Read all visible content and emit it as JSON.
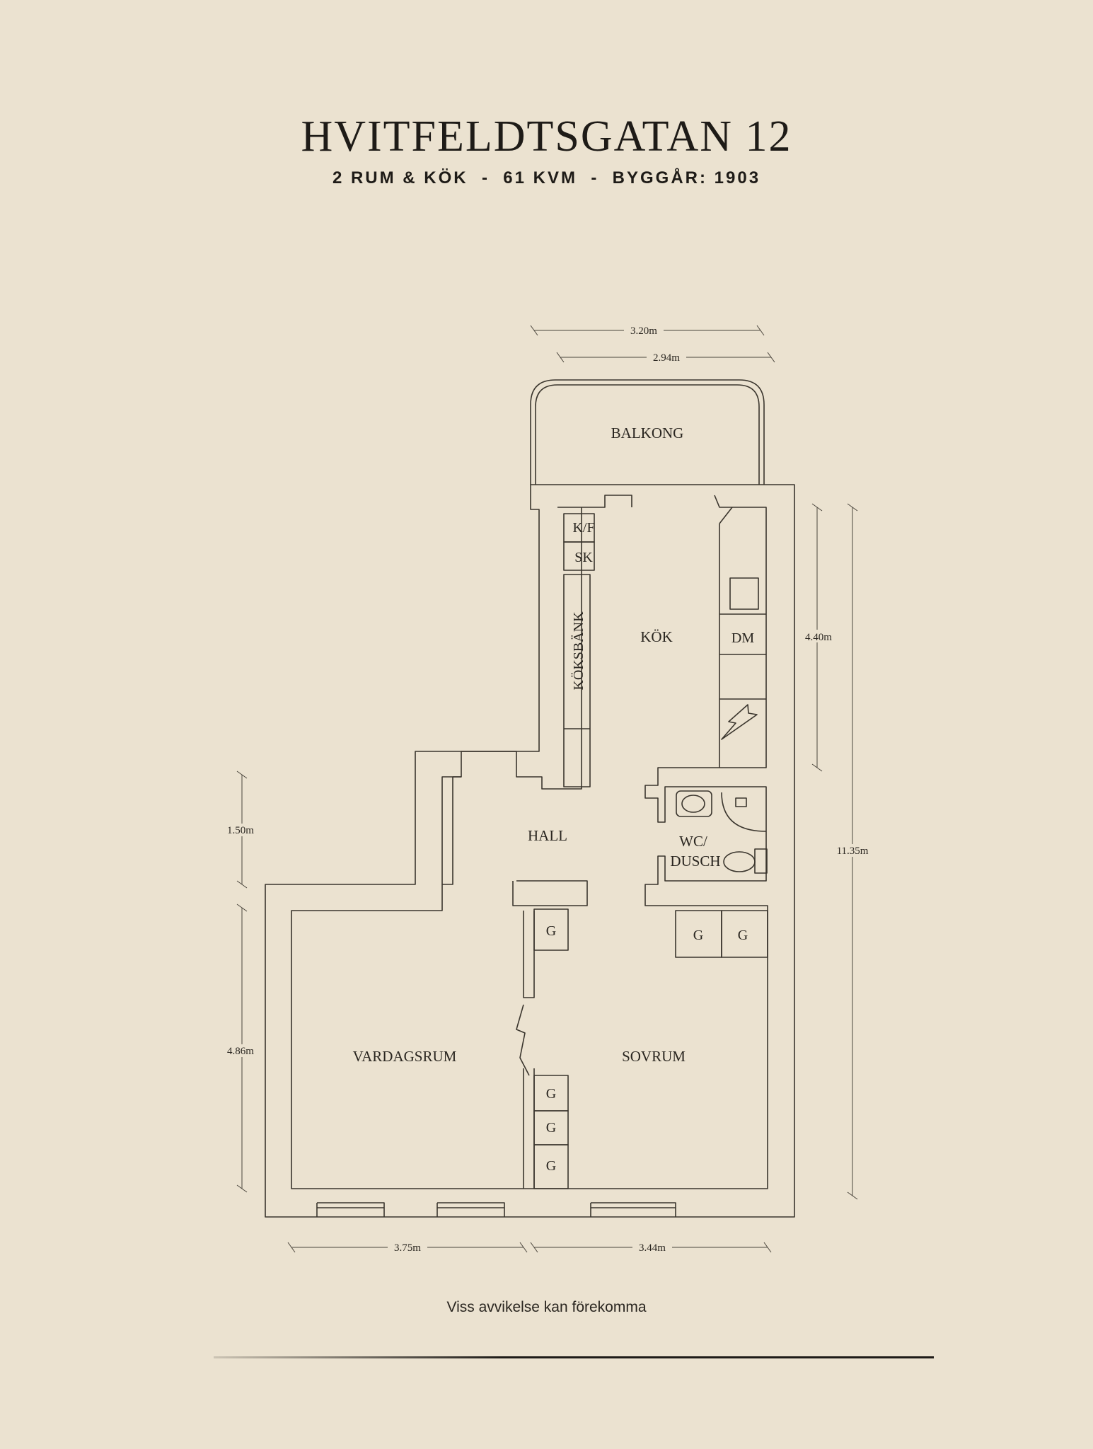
{
  "header": {
    "title": "HVITFELDTSGATAN 12",
    "subtitle": "2 RUM & KÖK  -  61 KVM  -  BYGGÅR: 1903"
  },
  "rooms": {
    "balkong": "BALKONG",
    "kok": "KÖK",
    "hall": "HALL",
    "wc_line1": "WC/",
    "wc_line2": "DUSCH",
    "vardagsrum": "VARDAGSRUM",
    "sovrum": "SOVRUM"
  },
  "fixtures": {
    "kf": "K/F",
    "sk": "SK",
    "koksbank": "KÖKSBÄNK",
    "dm": "DM",
    "wardrobe": "G"
  },
  "dimensions": {
    "top_outer": "3.20m",
    "top_inner": "2.94m",
    "right_kitchen": "4.40m",
    "right_total": "11.35m",
    "left_hall": "1.50m",
    "left_living": "4.86m",
    "bottom_living": "3.75m",
    "bottom_bedroom": "3.44m"
  },
  "footer": {
    "disclaimer": "Viss avvikelse kan förekomma"
  }
}
